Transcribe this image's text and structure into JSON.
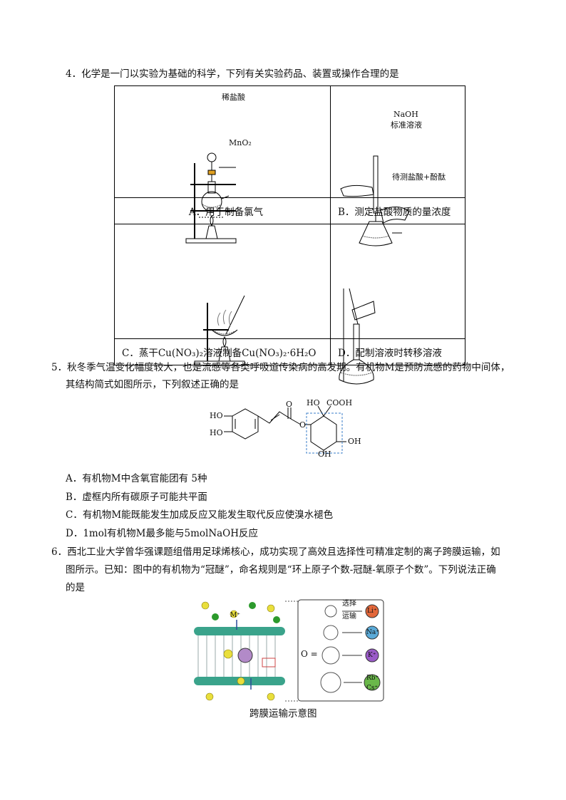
{
  "q4": {
    "stem": "4．化学是一门以实验为基础的科学，下列有关实验药品、装置或操作合理的是",
    "A": {
      "caption": "A．用于制备氯气",
      "label_acid": "稀盐酸",
      "label_mno2": "MnO₂"
    },
    "B": {
      "caption": "B．测定盐酸物质的量浓度",
      "label_naoh": "NaOH",
      "label_std": "标准溶液",
      "label_analyte": "待测盐酸+酚酞"
    },
    "C": {
      "caption": "C．蒸干Cu(NO₃)₂溶液制备Cu(NO₃)₂·6H₂O"
    },
    "D": {
      "caption": "D．配制溶液时转移溶液"
    }
  },
  "q5": {
    "stem_line1": "5．秋冬季气温变化幅度较大，也是流感等各类呼吸道传染病的高发期。有机物M是预防流感的药物中间体，",
    "stem_line2": "其结构简式如图所示，下列叙述正确的是",
    "struct": {
      "ho_top": "HO",
      "cooh": "COOH",
      "ho1": "HO",
      "ho2": "HO",
      "oh_right": "OH",
      "oh_bottom": "OH",
      "o_ester": "O",
      "o_keto": "O"
    },
    "options": [
      "A．有机物M中含氧官能团有 5种",
      "B．虚框内所有碳原子可能共平面",
      "C．有机物M能既能发生加成反应又能发生取代反应使溴水褪色",
      "D．1mol有机物M最多能与5molNaOH反应"
    ]
  },
  "q6": {
    "stem_line1": "6．西北工业大学曾华强课题组借用足球烯核心，成功实现了高效且选择性可精准定制的离子跨膜运输，如",
    "stem_line2": "图所示。已知：图中的有机物为“冠醚”，命名规则是“环上原子个数-冠醚-氧原子个数”。下列说法正确",
    "stem_line3": "的是",
    "figure_caption": "跨膜运输示意图",
    "legend": {
      "select": "选择",
      "transport": "运输",
      "o_eq": "O =",
      "li": "Li⁺",
      "na": "Na⁺",
      "k": "K⁺",
      "rb": "Rb⁺",
      "cs": "Cs⁺",
      "m": "M⁺"
    }
  }
}
